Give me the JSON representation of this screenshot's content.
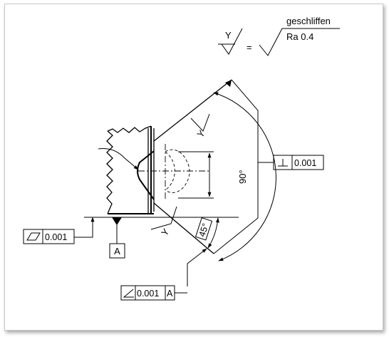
{
  "surface_note": {
    "symbol_letter": "Y",
    "equals": "=",
    "process": "geschliffen",
    "roughness": "Ra 0.4"
  },
  "datum": {
    "letter": "A"
  },
  "surface_marks": {
    "upper": "Y",
    "lower": "Y"
  },
  "dimensions": {
    "angle_total": "90°",
    "angle_half": "45°"
  },
  "tolerances": {
    "flatness": {
      "symbol": "flatness-icon",
      "value": "0.001"
    },
    "perpendicular": {
      "symbol": "perpendicular-icon",
      "value": "0.001"
    },
    "angularity": {
      "symbol": "angularity-icon",
      "value": "0.001",
      "datum": "A"
    }
  }
}
